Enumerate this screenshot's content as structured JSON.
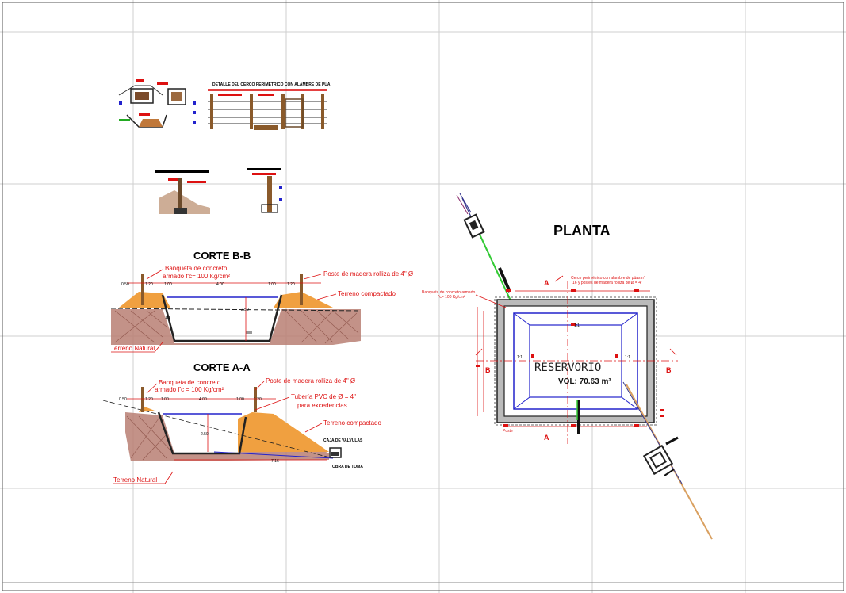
{
  "drawing": {
    "titles": {
      "planta": "PLANTA",
      "corte_bb": "CORTE B-B",
      "corte_aa": "CORTE A-A",
      "detail_fence": "DETALLE DEL CERCO PERIMETRICO CON ALAMBRE DE PUA"
    },
    "corte_bb": {
      "labels": {
        "banqueta": "Banqueta de concreto",
        "banqueta2": "armado f'c= 100 Kg/cm²",
        "poste": "Poste de madera rolliza de 4\" Ø",
        "terreno_compactado": "Terreno compactado",
        "terreno_natural": "Terreno Natural"
      },
      "dims": {
        "d1": "0.50",
        "d2": "1.20",
        "d3": "1.00",
        "d4": "4.00",
        "d5": "1.00",
        "d6": "1.20",
        "d7": "2.50",
        "d8": "1:1"
      }
    },
    "corte_aa": {
      "labels": {
        "banqueta": "Banqueta de concreto",
        "banqueta2": "armado f'c = 100 Kg/cm²",
        "poste": "Poste de madera rolliza de 4\" Ø",
        "tuberia": "Tubería PVC de Ø = 4\"",
        "tuberia2": "para excedencias",
        "terreno_compactado": "Terreno compactado",
        "caja": "CAJA DE VALVULAS",
        "obra": "OBRA DE TOMA",
        "terreno_natural": "Terreno Natural"
      },
      "dims": {
        "d1": "0.50",
        "d2": "1.20",
        "d3": "1.00",
        "d4": "4.00",
        "d5": "1.00",
        "d6": "1.20",
        "d7": "2.50",
        "d8": "7.16"
      }
    },
    "planta": {
      "reservorio": "RESERVORIO",
      "vol": "VOL: 70.63 m³",
      "cerco": "Cerco perimétrico con alambre de púas n°",
      "cerco2": "16 y postes de madera rolliza de Ø = 4\"",
      "banqueta": "Banqueta de concreto armado",
      "banqueta2": "f'c= 100 Kg/cm²",
      "slope": "1:1",
      "poste": "Poste",
      "section_a": "A",
      "section_b": "B"
    }
  }
}
